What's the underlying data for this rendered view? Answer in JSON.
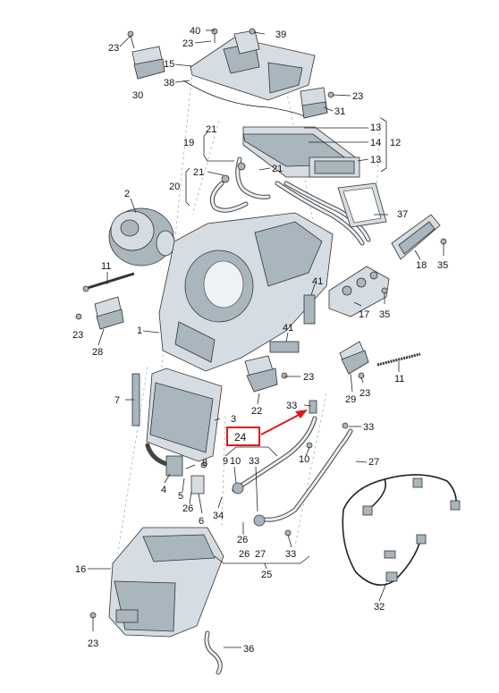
{
  "highlight": {
    "label": "24",
    "color": "#e0161b"
  },
  "labels": {
    "l40": "40",
    "l39": "39",
    "l23a": "23",
    "l23b": "23",
    "l15": "15",
    "l38": "38",
    "l30": "30",
    "l23c": "23",
    "l31": "31",
    "l13a": "13",
    "l14": "14",
    "l12": "12",
    "l13b": "13",
    "l19": "19",
    "l21a": "21",
    "l21b": "21",
    "l21c": "21",
    "l20": "20",
    "l2": "2",
    "l37": "37",
    "l18": "18",
    "l35a": "35",
    "l11a": "11",
    "l41a": "41",
    "l17": "17",
    "l35b": "35",
    "l1": "1",
    "l41b": "41",
    "l23d": "23",
    "l28": "28",
    "l23e": "23",
    "l11b": "11",
    "l29": "29",
    "l23f": "23",
    "l7": "7",
    "l22": "22",
    "l33a": "33",
    "l3": "3",
    "l33b": "33",
    "l8": "8",
    "l9": "9",
    "l10a": "10",
    "l33c": "33",
    "l10b": "10",
    "l27a": "27",
    "l4": "4",
    "l5": "5",
    "l26a": "26",
    "l6": "6",
    "l34": "34",
    "l26b": "26",
    "l26c": "26",
    "l27b": "27",
    "l33d": "33",
    "l25": "25",
    "l16": "16",
    "l32": "32",
    "l23g": "23",
    "l36": "36"
  },
  "colors": {
    "line": "#222222",
    "part_fill": "#d5dde2",
    "part_dark": "#a9b6be",
    "dashed": "#9ab8c8"
  }
}
